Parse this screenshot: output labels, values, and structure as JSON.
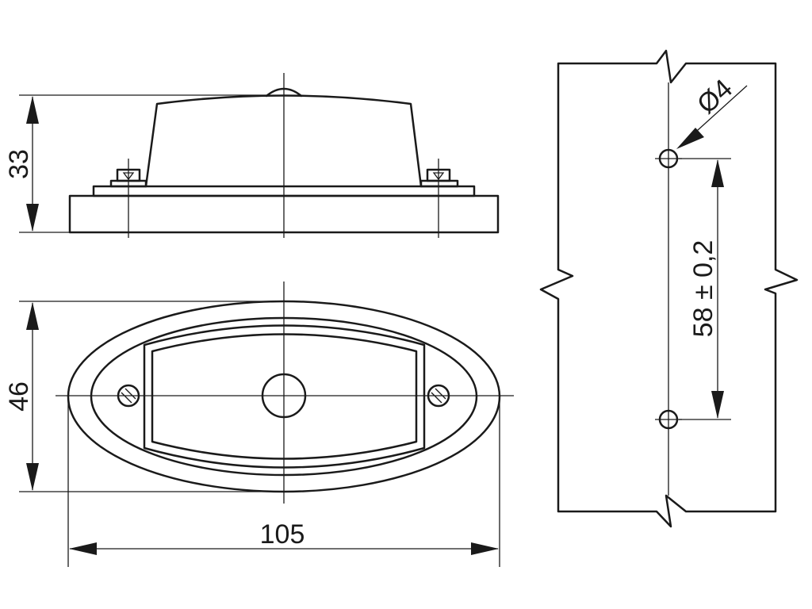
{
  "diagram": {
    "type": "technical-drawing",
    "views": [
      "side-view",
      "top-view",
      "mounting-hole-detail"
    ],
    "dimensions": {
      "height": "33",
      "width": "46",
      "length": "105",
      "hole_diameter": "Ø4",
      "hole_spacing": "58 ± 0,2"
    },
    "colors": {
      "line": "#1a1a1a",
      "background": "#ffffff"
    }
  }
}
